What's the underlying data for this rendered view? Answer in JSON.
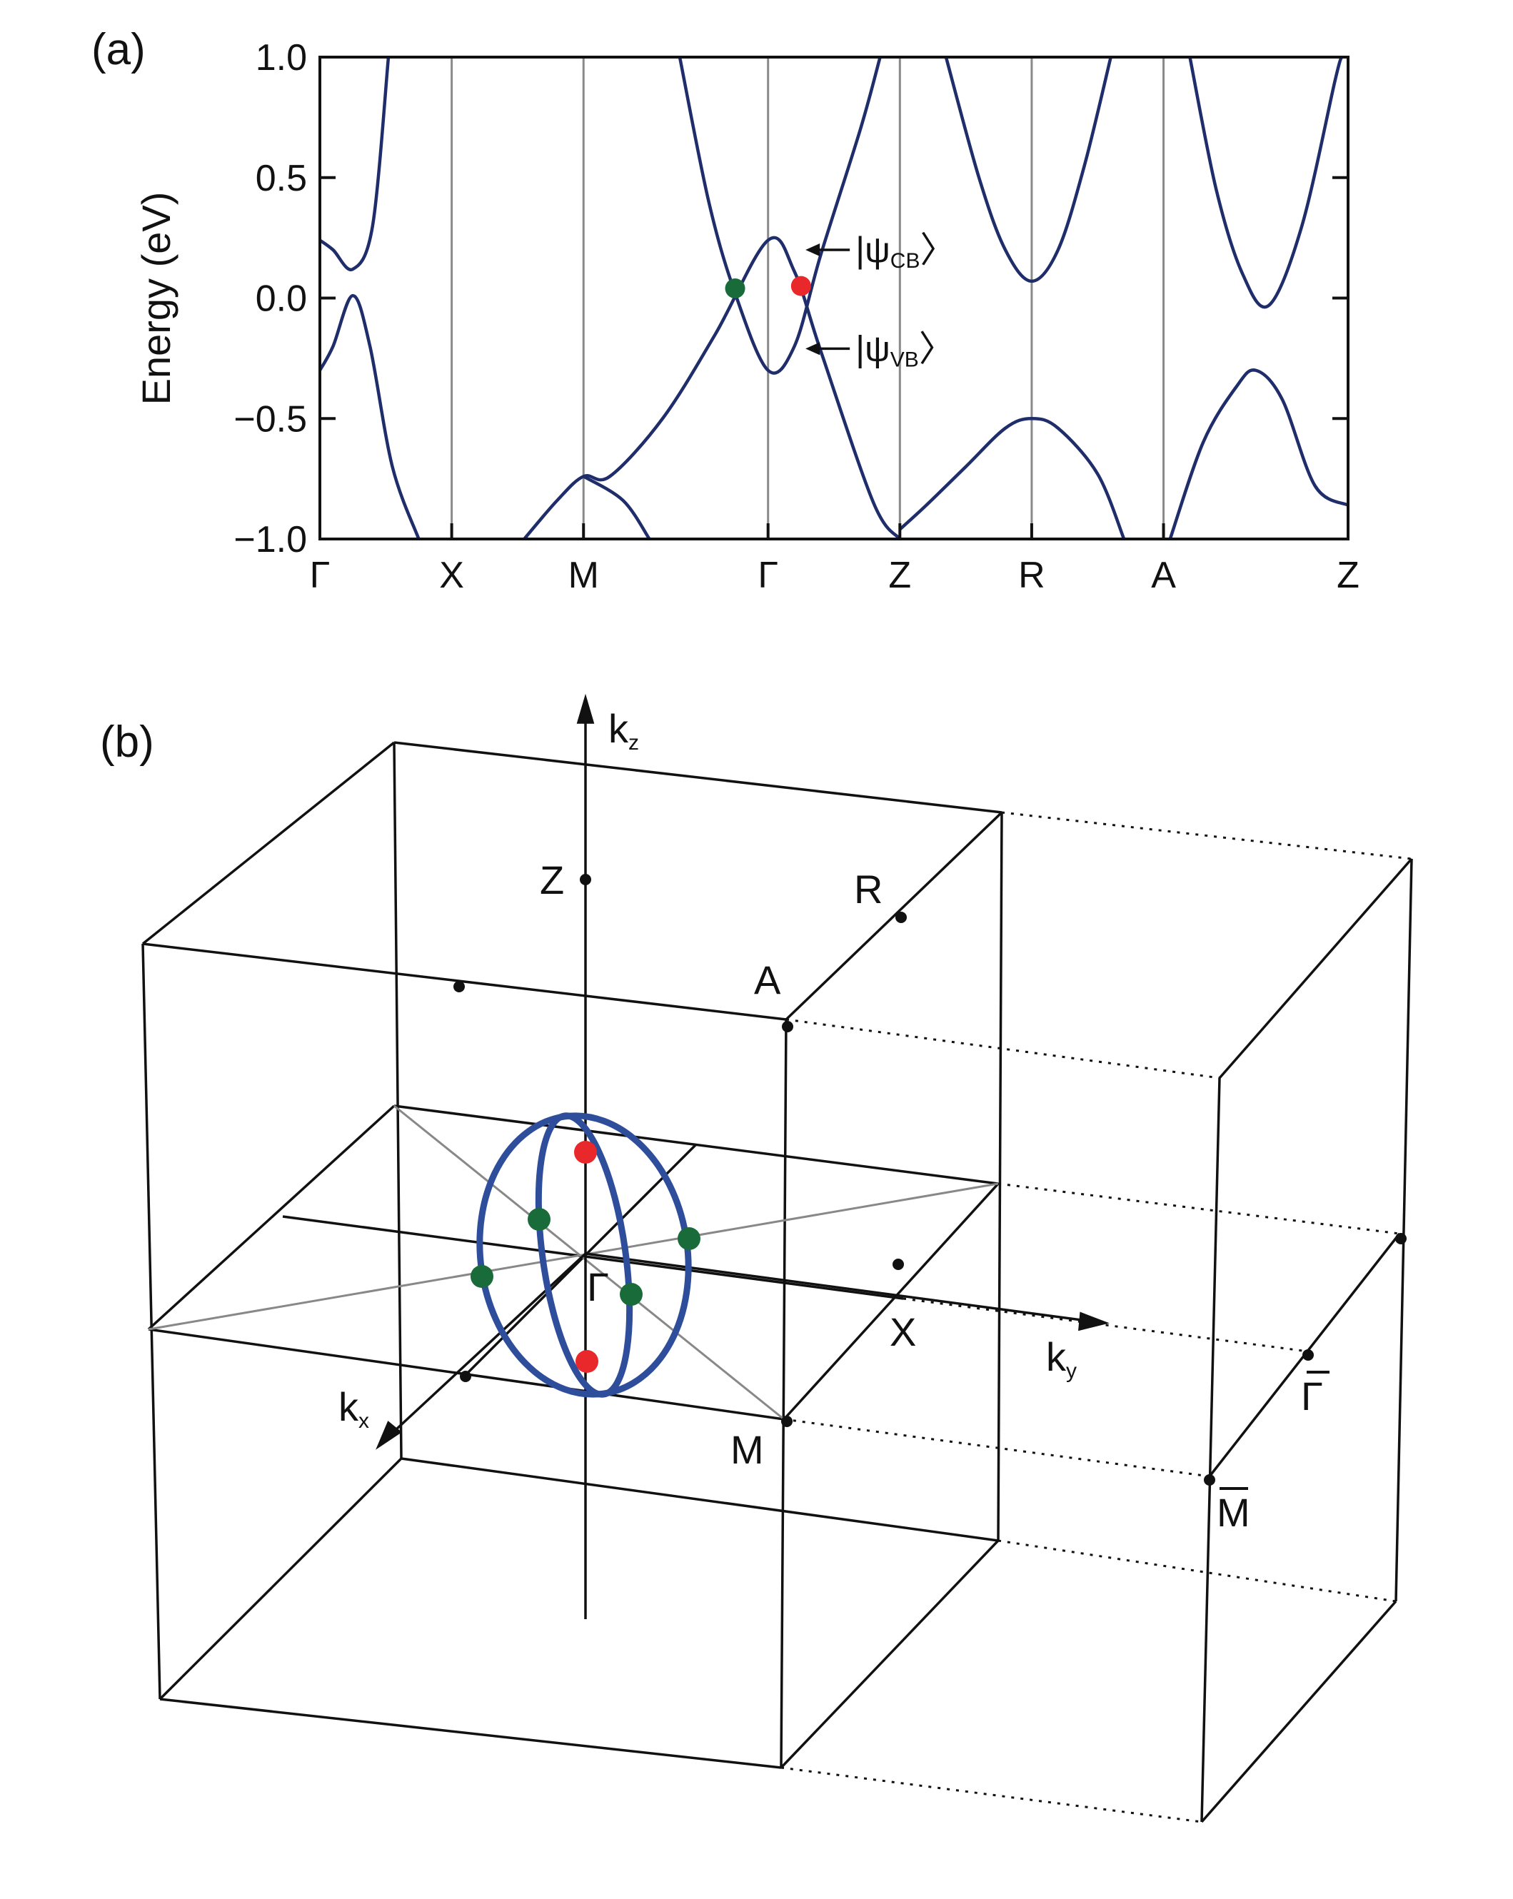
{
  "figure": {
    "panel_a_label": "(a)",
    "panel_b_label": "(b)"
  },
  "chart_data": {
    "type": "line",
    "title": "",
    "xlabel": "",
    "ylabel": "Energy (eV)",
    "ylim": [
      -1.0,
      1.0
    ],
    "yticks": [
      "1.0",
      "0.5",
      "0.0",
      "−0.5",
      "−1.0"
    ],
    "kpath": [
      "Γ",
      "X",
      "M",
      "Γ",
      "Z",
      "R",
      "A",
      "Z"
    ],
    "segment_boundaries": [
      0,
      1,
      2,
      3.4,
      4.4,
      5.4,
      6.4,
      7.8
    ],
    "grid": "vertical lines at high-symmetry points",
    "series": [
      {
        "values": [
          [
            0,
            0.24
          ],
          [
            0.1,
            0.2
          ],
          [
            0.25,
            0.12
          ],
          [
            0.4,
            0.3
          ],
          [
            0.52,
            1.0
          ]
        ]
      },
      {
        "values": [
          [
            0,
            -0.3
          ],
          [
            0.1,
            -0.2
          ],
          [
            0.25,
            0.01
          ],
          [
            0.38,
            -0.2
          ],
          [
            0.55,
            -0.7
          ],
          [
            0.75,
            -1.0
          ]
        ]
      },
      {
        "values": [
          [
            1.55,
            -1.0
          ],
          [
            1.8,
            -0.84
          ],
          [
            2.0,
            -0.74
          ],
          [
            2.2,
            -0.74
          ],
          [
            2.6,
            -0.5
          ],
          [
            3.0,
            -0.15
          ],
          [
            3.4,
            0.24
          ],
          [
            3.6,
            0.11
          ],
          [
            3.8,
            -0.22
          ],
          [
            4.2,
            -0.85
          ],
          [
            4.4,
            -1.0
          ]
        ]
      },
      {
        "values": [
          [
            2.0,
            -0.74
          ],
          [
            2.3,
            -0.84
          ],
          [
            2.5,
            -1.0
          ]
        ]
      },
      {
        "values": [
          [
            2.73,
            1.0
          ],
          [
            2.95,
            0.4
          ],
          [
            3.15,
            0.02
          ],
          [
            3.4,
            -0.3
          ],
          [
            3.6,
            -0.2
          ],
          [
            3.8,
            0.18
          ],
          [
            4.1,
            0.7
          ],
          [
            4.25,
            1.0
          ]
        ]
      },
      {
        "values": [
          [
            4.4,
            -0.96
          ],
          [
            4.6,
            -0.86
          ],
          [
            4.9,
            -0.7
          ],
          [
            5.2,
            -0.54
          ],
          [
            5.4,
            -0.5
          ],
          [
            5.6,
            -0.54
          ],
          [
            5.9,
            -0.73
          ],
          [
            6.1,
            -1.0
          ]
        ]
      },
      {
        "values": [
          [
            4.75,
            1.0
          ],
          [
            5.0,
            0.5
          ],
          [
            5.2,
            0.2
          ],
          [
            5.4,
            0.07
          ],
          [
            5.6,
            0.2
          ],
          [
            5.8,
            0.55
          ],
          [
            6.0,
            1.0
          ]
        ]
      },
      {
        "values": [
          [
            6.6,
            1.0
          ],
          [
            6.8,
            0.45
          ],
          [
            7.0,
            0.1
          ],
          [
            7.2,
            -0.03
          ],
          [
            7.45,
            0.3
          ],
          [
            7.7,
            0.9
          ],
          [
            7.75,
            1.0
          ]
        ]
      },
      {
        "values": [
          [
            6.45,
            -1.0
          ],
          [
            6.7,
            -0.6
          ],
          [
            6.95,
            -0.37
          ],
          [
            7.1,
            -0.3
          ],
          [
            7.3,
            -0.42
          ],
          [
            7.55,
            -0.78
          ],
          [
            7.8,
            -0.86
          ]
        ]
      }
    ],
    "markers": [
      {
        "x": 3.15,
        "y": 0.04,
        "color": "#1a6b3a"
      },
      {
        "x": 3.65,
        "y": 0.05,
        "color": "#e8282b"
      }
    ],
    "annotations": [
      {
        "x": 3.63,
        "y": 0.2,
        "label": "ψ",
        "sub": "CB"
      },
      {
        "x": 3.63,
        "y": -0.21,
        "label": "ψ",
        "sub": "VB"
      }
    ],
    "line_color": "#1f2d6b"
  },
  "brillouin_zone": {
    "axes": {
      "kz": "k",
      "kz_sub": "z",
      "ky": "k",
      "ky_sub": "y",
      "kx": "k",
      "kx_sub": "x"
    },
    "points": {
      "Z": "Z",
      "R": "R",
      "A": "A",
      "Gamma": "Γ",
      "X": "X",
      "M": "M"
    },
    "surface_points": {
      "Gamma_bar": "Γ",
      "M_bar": "M"
    },
    "colors": {
      "nodal_ring": "#2e4d9a",
      "red_point": "#e8282b",
      "green_point": "#1a6b3a"
    }
  }
}
